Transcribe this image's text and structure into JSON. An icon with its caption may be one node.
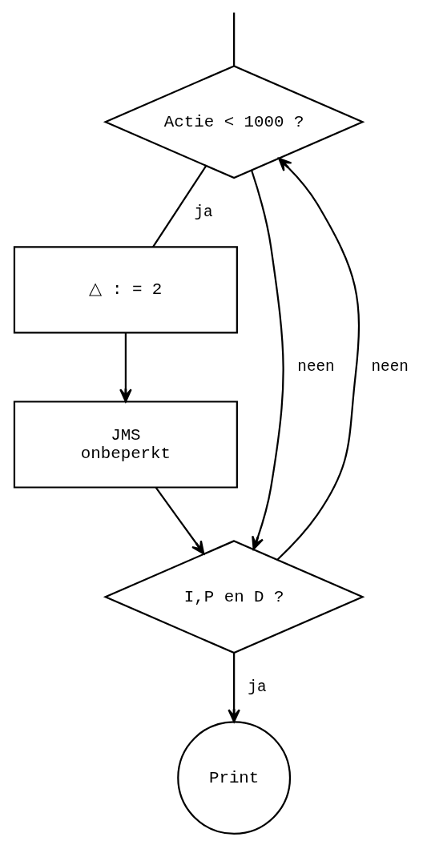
{
  "diagram": {
    "nodes": [
      {
        "text": [
          "Actie < 1000 ?"
        ]
      },
      {
        "text": [
          "△ : = 2"
        ]
      },
      {
        "text": [
          "JMS",
          "onbeperkt"
        ]
      },
      {
        "text": [
          "I,P en D ?"
        ]
      },
      {
        "text": [
          "Print"
        ]
      }
    ],
    "edges": [
      {
        "from": null,
        "to": 0,
        "arrow": "none"
      },
      {
        "from": 0,
        "to": 1,
        "label": "ja",
        "arrow": "none"
      },
      {
        "from": 1,
        "to": 2,
        "arrow": "to"
      },
      {
        "from": 0,
        "to": 3,
        "label": "neen",
        "arrow": "to"
      },
      {
        "from": 2,
        "to": 3,
        "arrow": "to"
      },
      {
        "from": 3,
        "to": 0,
        "label": "neen",
        "arrow": "to"
      },
      {
        "from": 3,
        "to": 4,
        "label": "ja",
        "arrow": "to"
      }
    ]
  }
}
